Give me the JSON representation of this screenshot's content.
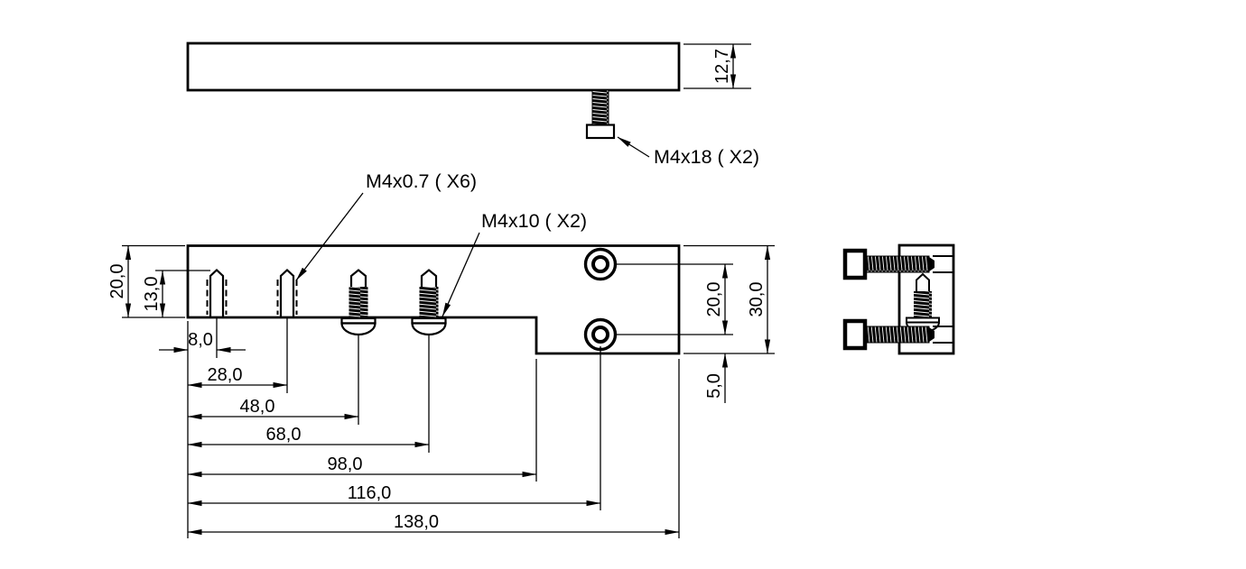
{
  "drawing": {
    "colors": {
      "background": "#ffffff",
      "line": "#000000"
    },
    "labels": {
      "m4x18": "M4x18 ( X2)",
      "m4x07": "M4x0.7 ( X6)",
      "m4x10": "M4x10 ( X2)"
    },
    "dims": {
      "plate_thickness": "12,7",
      "left_section_height": "20,0",
      "thread_depth": "13,0",
      "bottom": [
        "8,0",
        "28,0",
        "48,0",
        "68,0",
        "98,0",
        "116,0",
        "138,0"
      ],
      "hole_spacing": "20,0",
      "right_section_height": "30,0",
      "hole_edge_offset": "5,0"
    }
  }
}
